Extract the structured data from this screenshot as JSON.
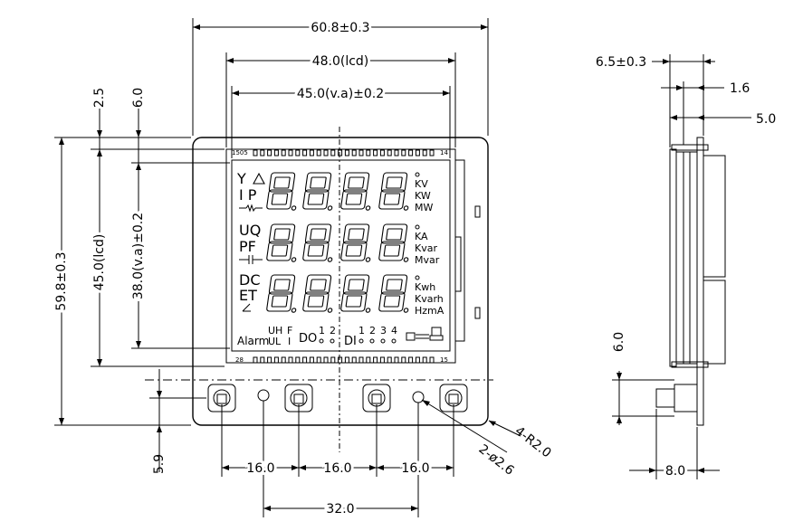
{
  "dimensions": {
    "overall_width": "60.8±0.3",
    "lcd_width": "48.0(lcd)",
    "va_width": "45.0(v.a)±0.2",
    "left_top_2_5": "2.5",
    "left_top_6_0": "6.0",
    "overall_height": "59.8±0.3",
    "lcd_height": "45.0(lcd)",
    "va_height": "38.0(v.a)±0.2",
    "button_offset": "5.9",
    "pitch_1": "16.0",
    "pitch_2": "16.0",
    "pitch_3": "16.0",
    "hole_pitch": "32.0",
    "hole_callout": "2-ø2.6",
    "radius_callout": "4-R2.0",
    "side_thickness": "6.5±0.3",
    "side_1_6": "1.6",
    "side_5_0": "5.0",
    "side_6_0": "6.0",
    "side_8_0": "8.0"
  },
  "lcd": {
    "pin_first": "1",
    "pin_label_top": "1505",
    "pin_14": "14",
    "pin_28": "28",
    "pin_15": "15",
    "row1_prefix_a": "Y",
    "row1_prefix_b": "I P",
    "row1_units": [
      "KV",
      "KW",
      "MW"
    ],
    "row2_prefix_a": "UQ",
    "row2_prefix_b": "PF",
    "row2_units": [
      "KA",
      "Kvar",
      "Mvar"
    ],
    "row3_prefix_a": "DC",
    "row3_prefix_b": "ET",
    "row3_units": [
      "Kwh",
      "Kvarh",
      "HzmA"
    ],
    "alarm": "Alarm",
    "uh": "UH",
    "ul": "UL",
    "f": "F",
    "i": "I",
    "do_label": "DO",
    "do_nums": [
      "1",
      "2"
    ],
    "di_label": "DI",
    "di_nums": [
      "1",
      "2",
      "3",
      "4"
    ]
  }
}
